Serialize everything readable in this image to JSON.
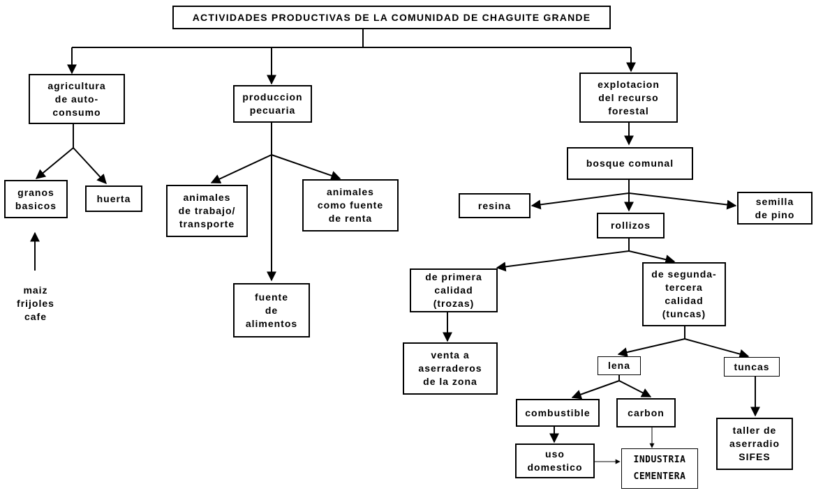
{
  "title": "ACTIVIDADES PRODUCTIVAS DE LA COMUNIDAD DE CHAGUITE GRANDE",
  "nodes": {
    "agricultura": "agricultura\nde auto-\nconsumo",
    "produccion": "produccion\npecuaria",
    "forestal": "explotacion\ndel recurso\nforestal",
    "granos": "granos\nbasicos",
    "huerta": "huerta",
    "animales_trabajo": "animales\nde trabajo/\ntransporte",
    "animales_renta": "animales\ncomo fuente\nde renta",
    "fuente_alimentos": "fuente\nde\nalimentos",
    "bosque": "bosque comunal",
    "resina": "resina",
    "rollizos": "rollizos",
    "semilla": "semilla\nde pino",
    "primera": "de primera\ncalidad\n(trozas)",
    "segunda": "de segunda-\ntercera\ncalidad\n(tuncas)",
    "venta": "venta a\naserraderos\nde la zona",
    "lena": "lena",
    "tuncas": "tuncas",
    "combustible": "combustible",
    "carbon": "carbon",
    "uso": "uso\ndomestico",
    "industria": "INDUSTRIA\nCEMENTERA",
    "taller": "taller de\naserradio\nSIFES"
  },
  "labels": {
    "maiz": "maiz\nfrijoles\ncafe"
  }
}
